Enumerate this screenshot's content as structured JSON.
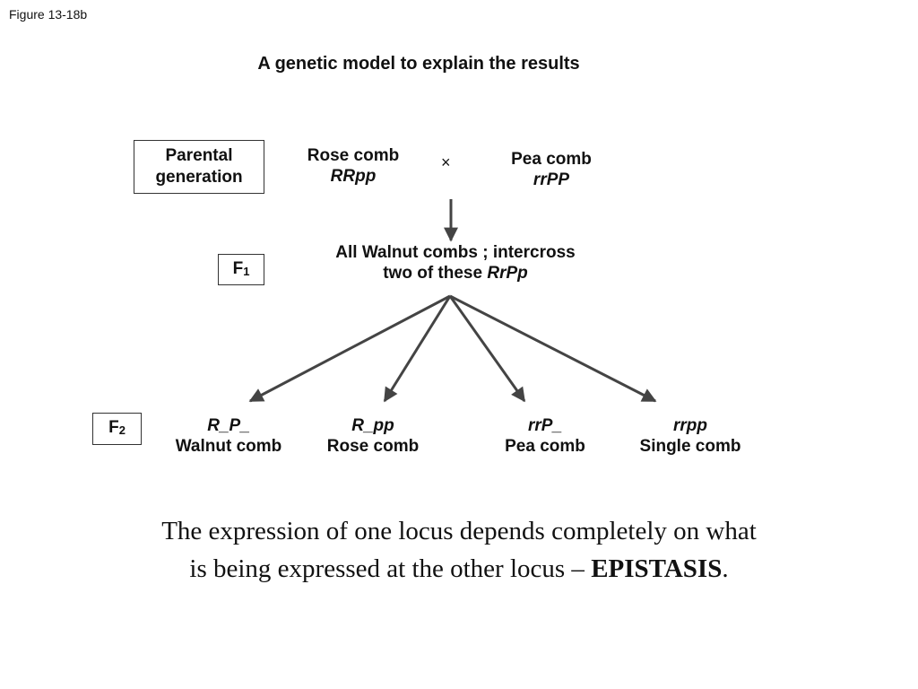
{
  "figure_label": "Figure 13-18b",
  "title": "A genetic model to explain the results",
  "parental": {
    "box_label_line1": "Parental",
    "box_label_line2": "generation",
    "rose_name": "Rose comb",
    "rose_genotype": "RRpp",
    "cross_symbol": "×",
    "pea_name": "Pea comb",
    "pea_genotype": "rrPP"
  },
  "f1": {
    "box_letter": "F",
    "box_sub": "1",
    "line1": "All Walnut combs ; intercross",
    "line2_prefix": "two of these ",
    "line2_genotype": "RrPp"
  },
  "f2": {
    "box_letter": "F",
    "box_sub": "2",
    "items": [
      {
        "genotype": "R_P_",
        "phenotype": "Walnut comb"
      },
      {
        "genotype": "R_pp",
        "phenotype": "Rose comb"
      },
      {
        "genotype": "rrP_",
        "phenotype": "Pea comb"
      },
      {
        "genotype": "rrpp",
        "phenotype": "Single comb"
      }
    ]
  },
  "statement": {
    "line1": "The expression of one locus depends completely on what",
    "line2_prefix": "is being expressed at the other locus – ",
    "emphasis": "EPISTASIS",
    "suffix": "."
  },
  "colors": {
    "arrow": "#444444",
    "text": "#111111",
    "background": "#ffffff"
  }
}
